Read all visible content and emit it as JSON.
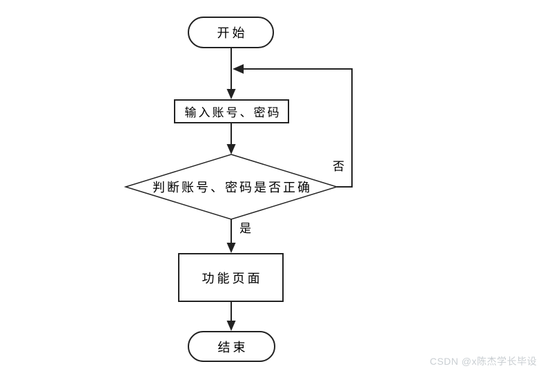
{
  "diagram": {
    "type": "flowchart",
    "nodes": {
      "start": {
        "label": "开始",
        "shape": "stadium"
      },
      "input": {
        "label": "输入账号、密码",
        "shape": "rectangle"
      },
      "decision": {
        "label": "判断账号、密码是否正确",
        "shape": "diamond"
      },
      "function": {
        "label": "功能页面",
        "shape": "rectangle"
      },
      "end": {
        "label": "结束",
        "shape": "stadium"
      }
    },
    "edges": [
      {
        "from": "start",
        "to": "input",
        "label": ""
      },
      {
        "from": "input",
        "to": "decision",
        "label": ""
      },
      {
        "from": "decision",
        "to": "function",
        "label": "是"
      },
      {
        "from": "decision",
        "to": "input",
        "label": "否",
        "route": "right-side-loop-back-above-input"
      },
      {
        "from": "function",
        "to": "end",
        "label": ""
      }
    ],
    "edge_labels": {
      "yes": "是",
      "no": "否"
    },
    "colors": {
      "stroke": "#222222",
      "text": "#000000",
      "background": "#ffffff",
      "watermark": "#c9ced2"
    }
  },
  "watermark": {
    "text": "CSDN @x陈杰学长毕设"
  }
}
